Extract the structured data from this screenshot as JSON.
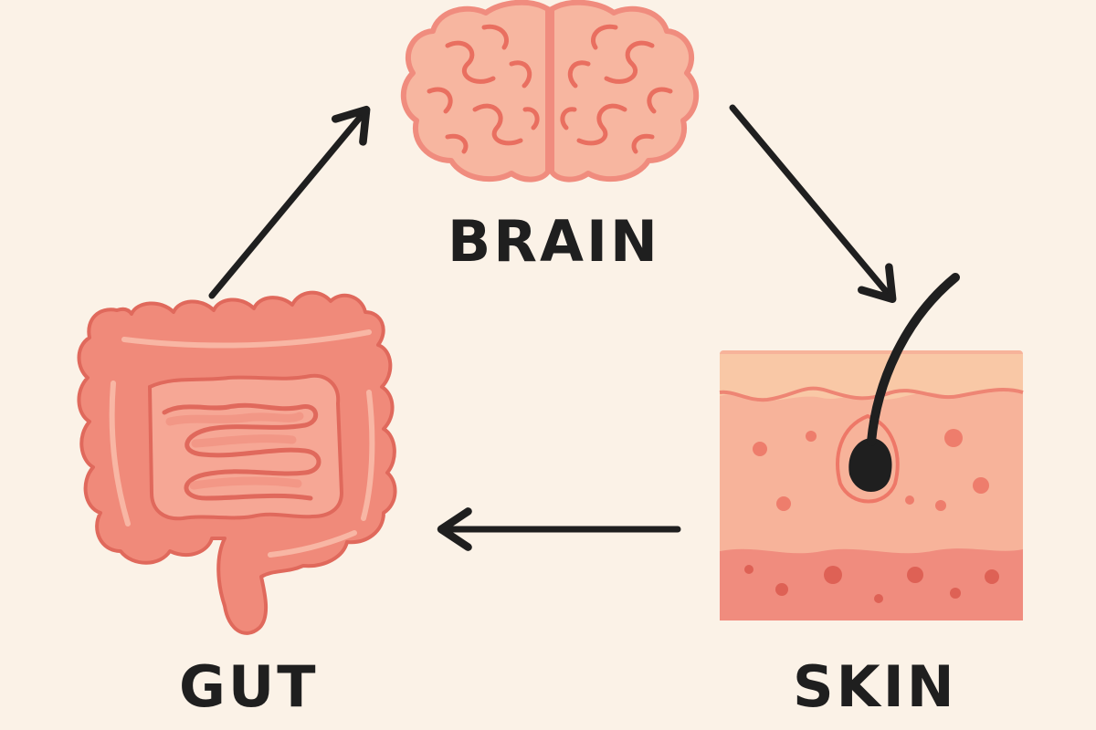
{
  "nodes": {
    "brain": {
      "label": "BRAIN",
      "icon": "brain-icon"
    },
    "skin": {
      "label": "SKIN",
      "icon": "skin-cross-section-icon"
    },
    "gut": {
      "label": "GUT",
      "icon": "intestines-icon"
    }
  },
  "edges": [
    {
      "from": "gut",
      "to": "brain"
    },
    {
      "from": "brain",
      "to": "skin"
    },
    {
      "from": "skin",
      "to": "gut"
    }
  ],
  "colors": {
    "background": "#fbf2e7",
    "organ_fill": "#f08a7a",
    "organ_light": "#f6b09e",
    "organ_stroke": "#e0695c",
    "brain_fill": "#f7b6a0",
    "skin_top": "#f9c8a6",
    "skin_mid": "#f7b39a",
    "skin_bottom": "#f08c7e",
    "arrow": "#1f1f1f",
    "text": "#1f1f1f"
  }
}
